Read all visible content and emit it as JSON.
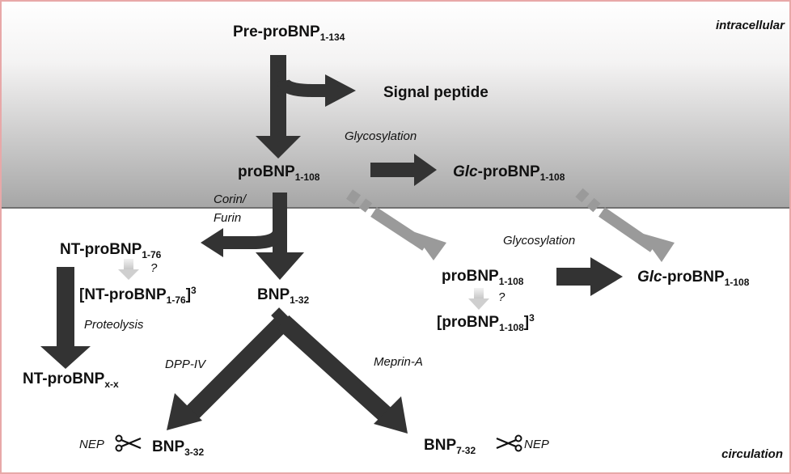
{
  "regions": {
    "intracellular": "intracellular",
    "circulation": "circulation"
  },
  "molecules": {
    "prepro": {
      "name": "Pre-proBNP",
      "sub": "1-134"
    },
    "signal": {
      "name": "Signal peptide"
    },
    "probnp_in": {
      "name": "proBNP",
      "sub": "1-108"
    },
    "glc_in": {
      "prefix": "Glc",
      "name": "-proBNP",
      "sub": "1-108"
    },
    "ntprobnp": {
      "name": "NT-proBNP",
      "sub": "1-76"
    },
    "ntprobnp_tri": {
      "open": "[NT-proBNP",
      "sub": "1-76",
      "close": "]",
      "sup": "3"
    },
    "bnp132": {
      "name": "BNP",
      "sub": "1-32"
    },
    "probnp_out": {
      "name": "proBNP",
      "sub": "1-108"
    },
    "probnp_tri": {
      "open": "[proBNP",
      "sub": "1-108",
      "close": "]",
      "sup": "3"
    },
    "glc_out": {
      "prefix": "Glc",
      "name": "-proBNP",
      "sub": "1-108"
    },
    "ntprobnpxx": {
      "name": "NT-proBNP",
      "sub": "x-x"
    },
    "bnp332": {
      "name": "BNP",
      "sub": "3-32"
    },
    "bnp732": {
      "name": "BNP",
      "sub": "7-32"
    }
  },
  "labels": {
    "glycosylation_top": "Glycosylation",
    "glycosylation_bottom": "Glycosylation",
    "corin": "Corin/",
    "furin": "Furin",
    "question1": "?",
    "question2": "?",
    "proteolysis": "Proteolysis",
    "dppiv": "DPP-IV",
    "meprin": "Meprin-A",
    "nep_left": "NEP",
    "nep_right": "NEP"
  },
  "icons": {
    "scissors_left": "scissors-icon",
    "scissors_right": "scissors-icon"
  },
  "colors": {
    "dark_arrow": "#333333",
    "grey_arrow": "#9a9a9a",
    "light_arrow": "#d6d6d6",
    "intracellular_top": "#ffffff",
    "intracellular_bottom": "#a9a9a9",
    "membrane_line": "#555555",
    "frame": "#e8a8a8"
  }
}
